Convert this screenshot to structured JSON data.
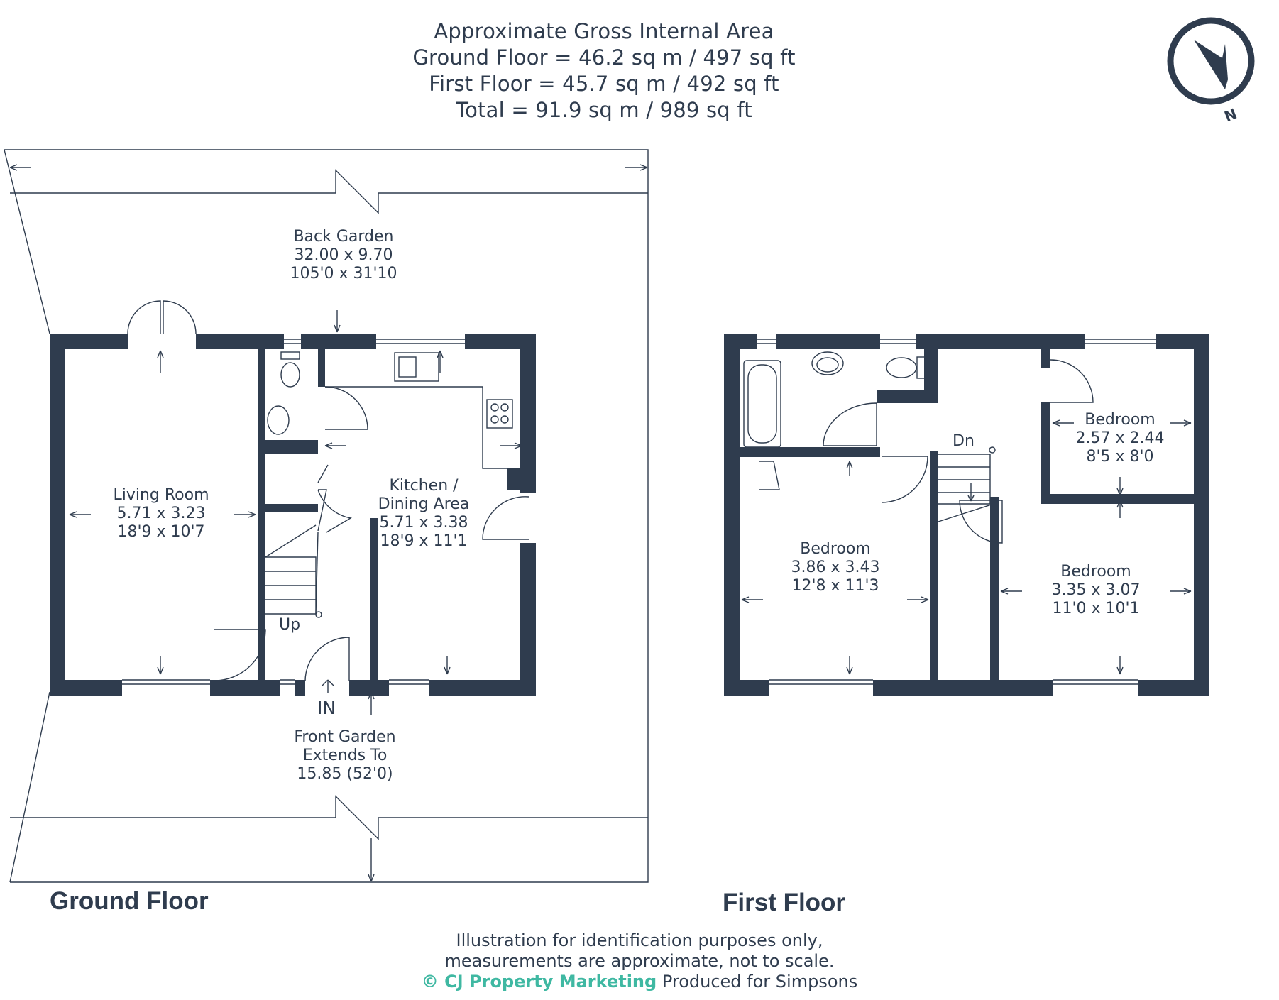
{
  "header": {
    "title": "Approximate Gross Internal Area",
    "ground_floor_area": "Ground Floor = 46.2 sq m / 497 sq ft",
    "first_floor_area": "First Floor = 45.7 sq m / 492 sq ft",
    "total_area": "Total = 91.9 sq m / 989 sq ft"
  },
  "compass": {
    "label": "N"
  },
  "ground_floor": {
    "title": "Ground Floor",
    "back_garden": {
      "name": "Back Garden",
      "metric": "32.00 x 9.70",
      "imperial": "105'0 x 31'10"
    },
    "living_room": {
      "name": "Living Room",
      "metric": "5.71 x 3.23",
      "imperial": "18'9 x 10'7"
    },
    "kitchen": {
      "name": "Kitchen /",
      "name2": "Dining Area",
      "metric": "5.71 x 3.38",
      "imperial": "18'9 x 11'1"
    },
    "front_garden": {
      "name": "Front Garden",
      "line2": "Extends To",
      "metric": "15.85 (52'0)"
    },
    "stairs_label": "Up",
    "entrance_label": "IN"
  },
  "first_floor": {
    "title": "First Floor",
    "stairs_label": "Dn",
    "bedroom_small": {
      "name": "Bedroom",
      "metric": "2.57 x 2.44",
      "imperial": "8'5 x 8'0"
    },
    "bedroom_left": {
      "name": "Bedroom",
      "metric": "3.86 x 3.43",
      "imperial": "12'8 x 11'3"
    },
    "bedroom_right": {
      "name": "Bedroom",
      "metric": "3.35 x 3.07",
      "imperial": "11'0 x 10'1"
    }
  },
  "footer": {
    "line1": "Illustration for identification purposes only,",
    "line2": "measurements are approximate, not to scale.",
    "brand": "© CJ Property Marketing",
    "produced_for": "Produced for Simpsons"
  },
  "colors": {
    "wall": "#2f3c4e",
    "text": "#2f3c4e",
    "brand": "#3fb8a2"
  }
}
